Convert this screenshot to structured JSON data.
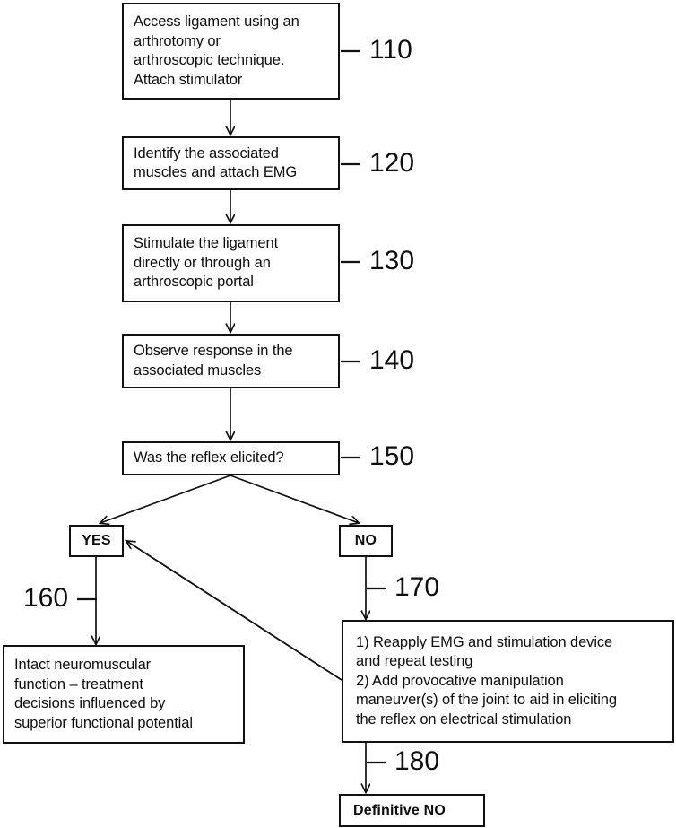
{
  "diagram": {
    "title": "Reflex elicitation surgical decision flowchart",
    "line_color": "#111111",
    "text_color": "#0d0d0d",
    "background": "#ffffff"
  },
  "nodes": [
    {
      "id": "n110",
      "text": "Access ligament using an\narthrotomy or\narthroscopic technique.\nAttach stimulator",
      "ref": "110"
    },
    {
      "id": "n120",
      "text": "Identify the associated\nmuscles and attach EMG",
      "ref": "120"
    },
    {
      "id": "n130",
      "text": "Stimulate the ligament\ndirectly or through an\narthroscopic portal",
      "ref": "130"
    },
    {
      "id": "n140",
      "text": "Observe response in the\nassociated muscles",
      "ref": "140"
    },
    {
      "id": "n150",
      "text": "Was the reflex elicited?",
      "ref": "150"
    },
    {
      "id": "yes",
      "text": "YES",
      "ref": ""
    },
    {
      "id": "no",
      "text": "NO",
      "ref": ""
    },
    {
      "id": "n160",
      "text": "Intact neuromuscular\nfunction – treatment\ndecisions influenced by\nsuperior functional potential",
      "ref": "160"
    },
    {
      "id": "n170",
      "text": "1) Reapply EMG and stimulation device\nand repeat testing\n2) Add provocative manipulation\nmaneuver(s) of the joint to aid in eliciting\nthe reflex on electrical stimulation",
      "ref": "170"
    },
    {
      "id": "n180",
      "text": "Definitive NO",
      "ref": "180"
    }
  ],
  "refs": {
    "r110": "110",
    "r120": "120",
    "r130": "130",
    "r140": "140",
    "r150": "150",
    "r160": "160",
    "r170": "170",
    "r180": "180"
  },
  "boxes": {
    "n110": "Access ligament using an\narthrotomy or\narthroscopic technique.\nAttach stimulator",
    "n120": "Identify the associated\nmuscles and attach EMG",
    "n130": "Stimulate the ligament\ndirectly or through an\narthroscopic portal",
    "n140": "Observe response in the\nassociated muscles",
    "n150": "Was the reflex elicited?",
    "yes": "YES",
    "no": "NO",
    "n160": "Intact neuromuscular\nfunction – treatment\ndecisions influenced by\nsuperior functional potential",
    "n170": "1) Reapply EMG and stimulation device\nand repeat testing\n2) Add provocative manipulation\nmaneuver(s) of the joint to aid in eliciting\nthe reflex on electrical stimulation",
    "n180": "Definitive NO"
  },
  "edges": [
    {
      "from": "n110",
      "to": "n120",
      "kind": "arrow-down"
    },
    {
      "from": "n120",
      "to": "n130",
      "kind": "arrow-down"
    },
    {
      "from": "n130",
      "to": "n140",
      "kind": "arrow-down"
    },
    {
      "from": "n140",
      "to": "n150",
      "kind": "arrow-down"
    },
    {
      "from": "n150",
      "to": "yes",
      "kind": "arrow-diagonal-left"
    },
    {
      "from": "n150",
      "to": "no",
      "kind": "arrow-diagonal-right"
    },
    {
      "from": "yes",
      "to": "n160",
      "kind": "arrow-down"
    },
    {
      "from": "no",
      "to": "n170",
      "kind": "arrow-down"
    },
    {
      "from": "n170",
      "to": "yes",
      "kind": "arrow-feedback-diagonal"
    },
    {
      "from": "n170",
      "to": "n180",
      "kind": "arrow-down"
    }
  ]
}
